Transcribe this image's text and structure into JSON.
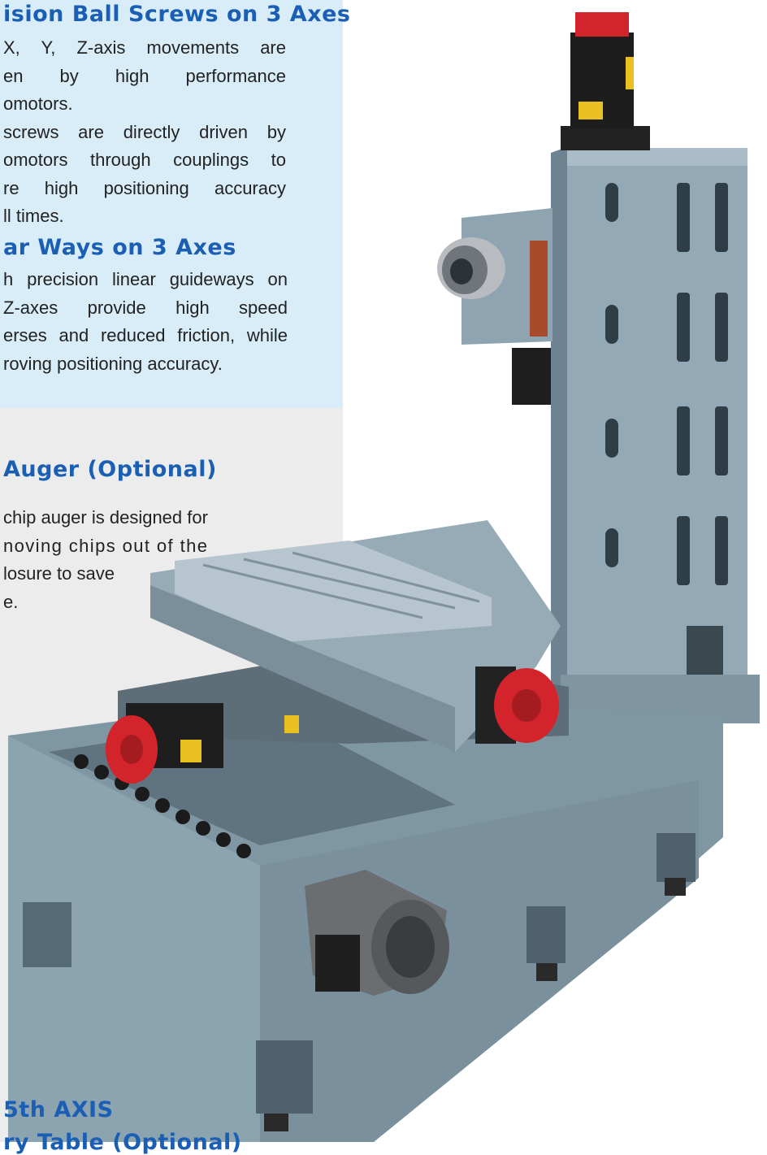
{
  "sections": {
    "ball_screws": {
      "heading": "ision Ball Screws on 3 Axes",
      "lines": [
        "X, Y, Z-axis movements are",
        "en by high performance",
        "omotors.",
        "screws are directly driven by",
        "omotors through couplings to",
        "re high positioning accuracy",
        "ll times."
      ]
    },
    "linear_ways": {
      "heading": "ar Ways on 3 Axes",
      "lines": [
        "h precision linear guideways on",
        "Z-axes provide high speed",
        "erses and reduced friction, while",
        "roving positioning accuracy."
      ]
    },
    "chip_auger": {
      "heading": "Auger (Optional)",
      "lines": [
        "chip auger is designed for",
        "noving chips out of the",
        "losure to save",
        "e."
      ]
    },
    "fifth_axis": {
      "heading": "5th AXIS",
      "subheading": "ry Table (Optional)"
    }
  },
  "colors": {
    "heading": "#1a5fb4",
    "panel_top": "#d9edf8",
    "panel_bottom": "#ececec",
    "machine_body": "#8aa0ad",
    "servo_motor": "#e0262c"
  }
}
